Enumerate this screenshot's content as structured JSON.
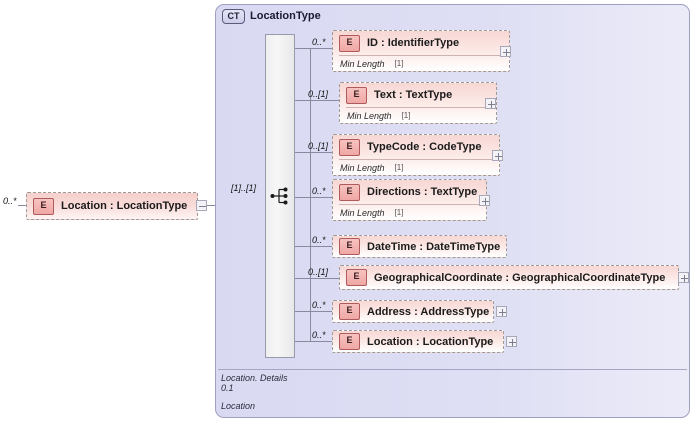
{
  "diagram": {
    "type": "xsd-schema-diagram",
    "root_element": {
      "badge": "E",
      "label": "Location : LocationType",
      "cardinality": "0..*",
      "toggle": "minus"
    },
    "complex_type": {
      "badge": "CT",
      "title": "LocationType",
      "compositor": {
        "kind": "sequence-icon",
        "cardinality": "[1]..[1]"
      },
      "footer": {
        "line1": "Location. Details",
        "line2": "0.1",
        "line3": "Location"
      },
      "children": [
        {
          "badge": "E",
          "name": "ID",
          "separator": ":",
          "type": "IdentifierType",
          "label": "ID           : IdentifierType",
          "cardinality": "0..*",
          "facet_name": "Min Length",
          "facet_value": "[1]",
          "toggle": "plus"
        },
        {
          "badge": "E",
          "name": "Text",
          "separator": ":",
          "type": "TextType",
          "label": "Text       : TextType",
          "cardinality": "0..[1]",
          "facet_name": "Min Length",
          "facet_value": "[1]",
          "toggle": "plus"
        },
        {
          "badge": "E",
          "name": "TypeCode",
          "separator": ":",
          "type": "CodeType",
          "label": "TypeCode : CodeType",
          "cardinality": "0..[1]",
          "facet_name": "Min Length",
          "facet_value": "[1]",
          "toggle": "plus"
        },
        {
          "badge": "E",
          "name": "Directions",
          "separator": ":",
          "type": "TextType",
          "label": "Directions : TextType",
          "cardinality": "0..*",
          "facet_name": "Min Length",
          "facet_value": "[1]",
          "toggle": "plus"
        },
        {
          "badge": "E",
          "name": "DateTime",
          "separator": ":",
          "type": "DateTimeType",
          "label": "DateTime : DateTimeType",
          "cardinality": "0..*",
          "facet_name": null,
          "facet_value": null,
          "toggle": null
        },
        {
          "badge": "E",
          "name": "GeographicalCoordinate",
          "separator": ":",
          "type": "GeographicalCoordinateType",
          "label": "GeographicalCoordinate : GeographicalCoordinateType",
          "cardinality": "0..[1]",
          "facet_name": null,
          "facet_value": null,
          "toggle": "plus"
        },
        {
          "badge": "E",
          "name": "Address",
          "separator": ":",
          "type": "AddressType",
          "label": "Address : AddressType",
          "cardinality": "0..*",
          "facet_name": null,
          "facet_value": null,
          "toggle": "plus"
        },
        {
          "badge": "E",
          "name": "Location",
          "separator": ":",
          "type": "LocationType",
          "label": "Location : LocationType",
          "cardinality": "0..*",
          "facet_name": null,
          "facet_value": null,
          "toggle": "plus"
        }
      ]
    },
    "colors": {
      "page_background": "#ffffff",
      "container_fill": "#dcdcf3",
      "container_border": "#9f9fc0",
      "element_fill_pink": "#f7d7d4",
      "element_border": "#9b9b9b",
      "badge_fill": "#f2b4b1",
      "badge_border": "#b05b5b",
      "connector": "#8a8a9e"
    }
  }
}
